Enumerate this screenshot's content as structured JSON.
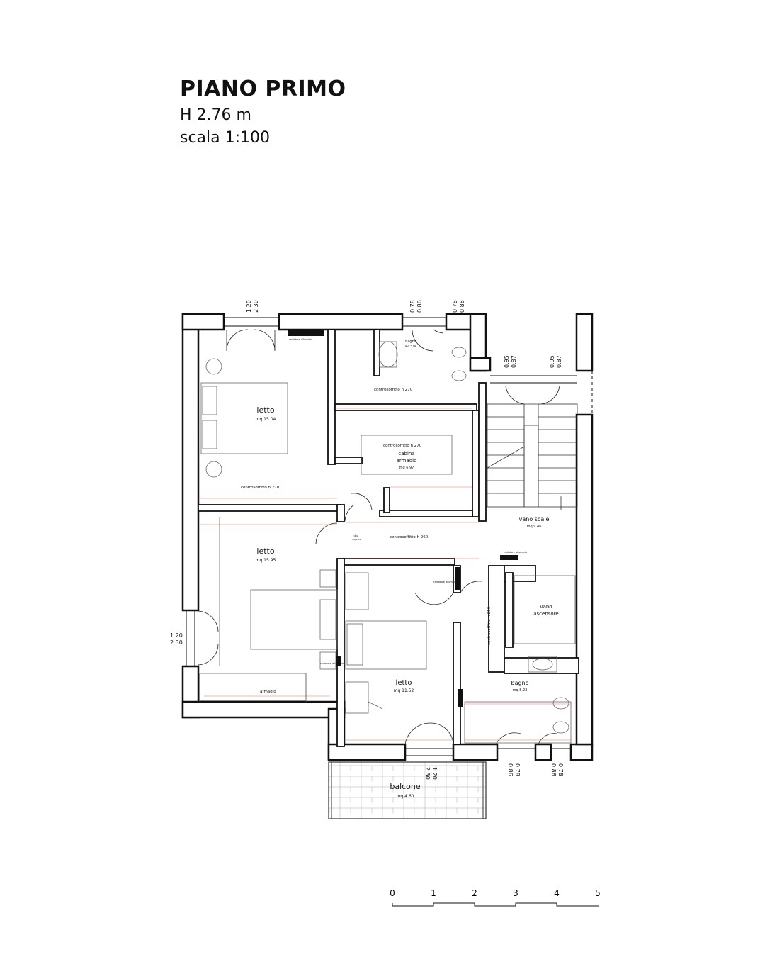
{
  "header": {
    "title": "PIANO PRIMO",
    "height": "H 2.76 m",
    "scale": "scala 1:100"
  },
  "rooms": {
    "letto1": {
      "name": "letto",
      "area": "mq 15.04"
    },
    "letto2": {
      "name": "letto",
      "area": "mq 15.95"
    },
    "letto3": {
      "name": "letto",
      "area": "mq 11.52"
    },
    "bagno1": {
      "name": "bagno",
      "area": "mq 5.08"
    },
    "cabina": {
      "name1": "cabina",
      "name2": "armadio",
      "area": "mq 6.97"
    },
    "vano_scale": {
      "name": "vano scale",
      "area": "mq 9.46"
    },
    "vano_ascensore": {
      "name1": "vano",
      "name2": "ascensore"
    },
    "bagno2": {
      "name": "bagno",
      "area": "mq 8.22"
    },
    "balcone": {
      "name": "balcone",
      "area": "mq 4.60"
    },
    "disimpegno": {
      "name": "dis.",
      "area": "mq 4.02"
    }
  },
  "notes": {
    "controsoffitto_270": "controsoffitto h 270",
    "controsoffitto_250": "controsoffitto h 250",
    "controsoffitto_260": "controsoffitto h 260",
    "armadio": "armadio",
    "radiatore": "radiatore alluminio"
  },
  "openings": {
    "window_top": [
      "1.20",
      "2.30"
    ],
    "bath_window_a": [
      "0.78",
      "0.86"
    ],
    "bath_window_b": [
      "0.78",
      "0.86"
    ],
    "stair_window_a": [
      "0.95",
      "0.87"
    ],
    "stair_window_b": [
      "0.95",
      "0.87"
    ],
    "left_window": [
      "1.20",
      "2.30"
    ],
    "balcony_door": [
      "1.20",
      "2.30"
    ],
    "bottom_window_a": [
      "0.78",
      "0.86"
    ],
    "bottom_window_b": [
      "0.78",
      "0.86"
    ]
  },
  "scale_bar": {
    "labels": [
      "0",
      "1",
      "2",
      "3",
      "4",
      "5"
    ],
    "unit_count": 5
  },
  "colors": {
    "wall": "#111111",
    "dimension": "#e8471c",
    "furniture": "#555555"
  }
}
